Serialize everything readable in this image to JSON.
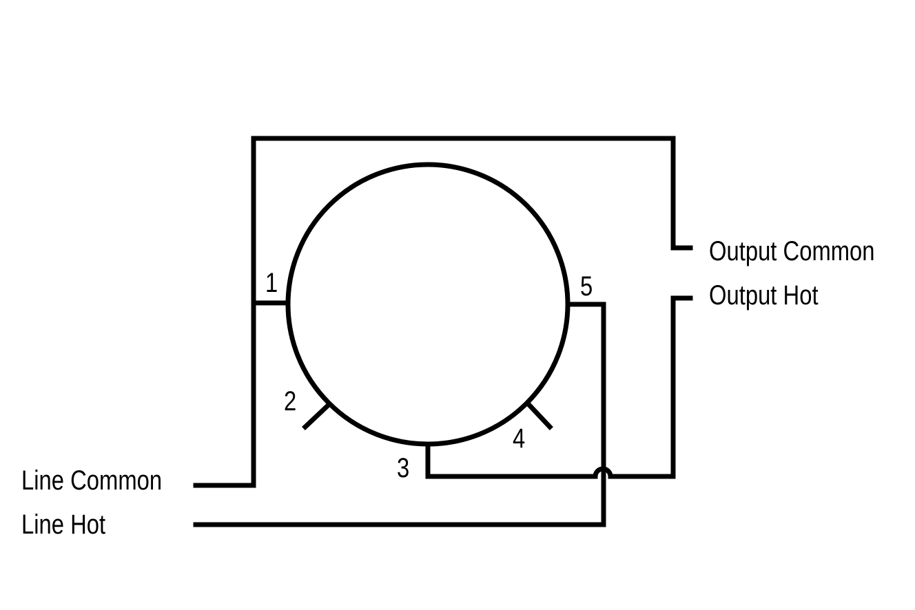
{
  "colors": {
    "line": "#000000",
    "text": "#000000",
    "background": "#ffffff"
  },
  "terminals": {
    "t1": "1",
    "t2": "2",
    "t3": "3",
    "t4": "4",
    "t5": "5"
  },
  "labels": {
    "output_common": "Output Common",
    "output_hot": "Output Hot",
    "line_common": "Line Common",
    "line_hot": "Line Hot"
  }
}
